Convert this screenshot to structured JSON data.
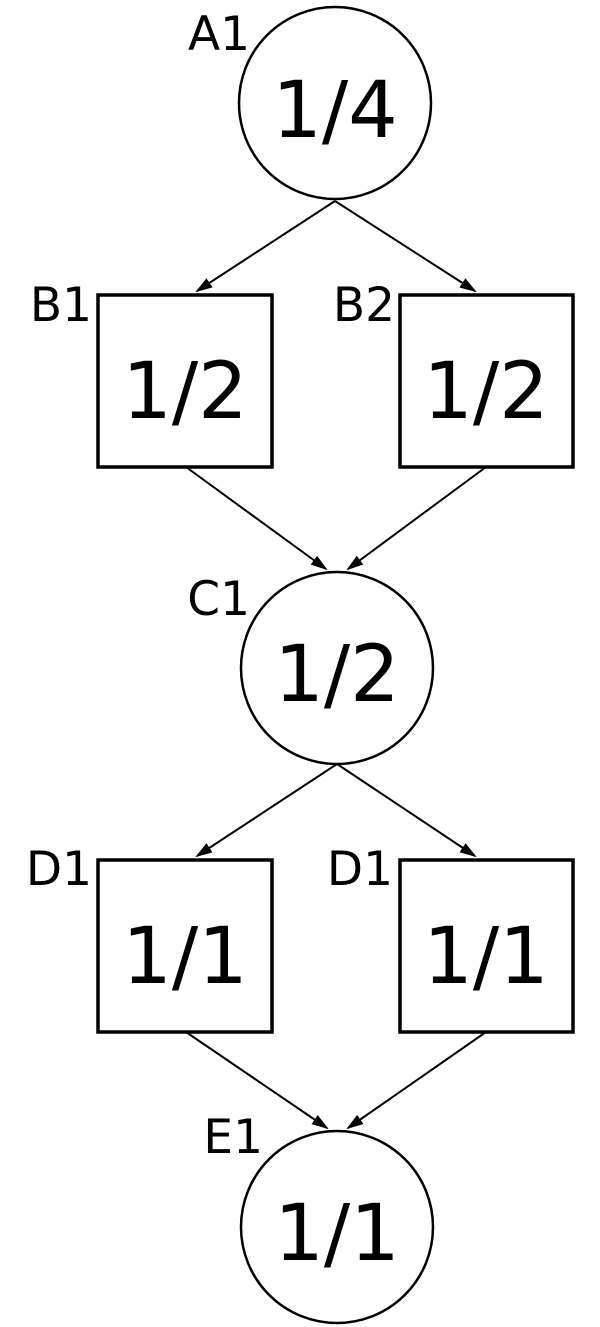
{
  "diagram": {
    "background_color": "#ffffff",
    "line_color": "#000000",
    "nodes": {
      "a1": {
        "label": "A1",
        "value": "1/4",
        "shape": "circle"
      },
      "b1": {
        "label": "B1",
        "value": "1/2",
        "shape": "square"
      },
      "b2": {
        "label": "B2",
        "value": "1/2",
        "shape": "square"
      },
      "c1": {
        "label": "C1",
        "value": "1/2",
        "shape": "circle"
      },
      "d1_left": {
        "label": "D1",
        "value": "1/1",
        "shape": "square"
      },
      "d1_right": {
        "label": "D1",
        "value": "1/1",
        "shape": "square"
      },
      "e1": {
        "label": "E1",
        "value": "1/1",
        "shape": "circle"
      }
    },
    "edges": [
      {
        "from": "A1",
        "to": "B1"
      },
      {
        "from": "A1",
        "to": "B2"
      },
      {
        "from": "B1",
        "to": "C1"
      },
      {
        "from": "B2",
        "to": "C1"
      },
      {
        "from": "C1",
        "to": "D1 (left)"
      },
      {
        "from": "C1",
        "to": "D1 (right)"
      },
      {
        "from": "D1 (left)",
        "to": "E1"
      },
      {
        "from": "D1 (right)",
        "to": "E1"
      }
    ]
  }
}
